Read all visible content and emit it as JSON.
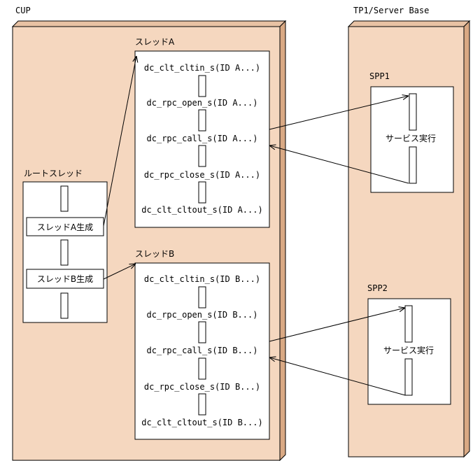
{
  "colors": {
    "box_fill": "#f5d7bf",
    "box_side": "#d9a984",
    "line": "#000000",
    "panel": "#ffffff"
  },
  "labels": {
    "cup": "CUP",
    "server": "TP1/Server Base",
    "root_thread": "ルートスレッド",
    "spawn_a": "スレッドA生成",
    "spawn_b": "スレッドB生成",
    "thread_a": "スレッドA",
    "thread_b": "スレッドB",
    "spp1": "SPP1",
    "spp2": "SPP2",
    "service_exec_1": "サービス実行",
    "service_exec_2": "サービス実行"
  },
  "thread_a_calls": [
    "dc_clt_cltin_s(ID A...)",
    "dc_rpc_open_s(ID A...)",
    "dc_rpc_call_s(ID A...)",
    "dc_rpc_close_s(ID A...)",
    "dc_clt_cltout_s(ID A...)"
  ],
  "thread_b_calls": [
    "dc_clt_cltin_s(ID B...)",
    "dc_rpc_open_s(ID B...)",
    "dc_rpc_call_s(ID B...)",
    "dc_rpc_close_s(ID B...)",
    "dc_clt_cltout_s(ID B...)"
  ]
}
